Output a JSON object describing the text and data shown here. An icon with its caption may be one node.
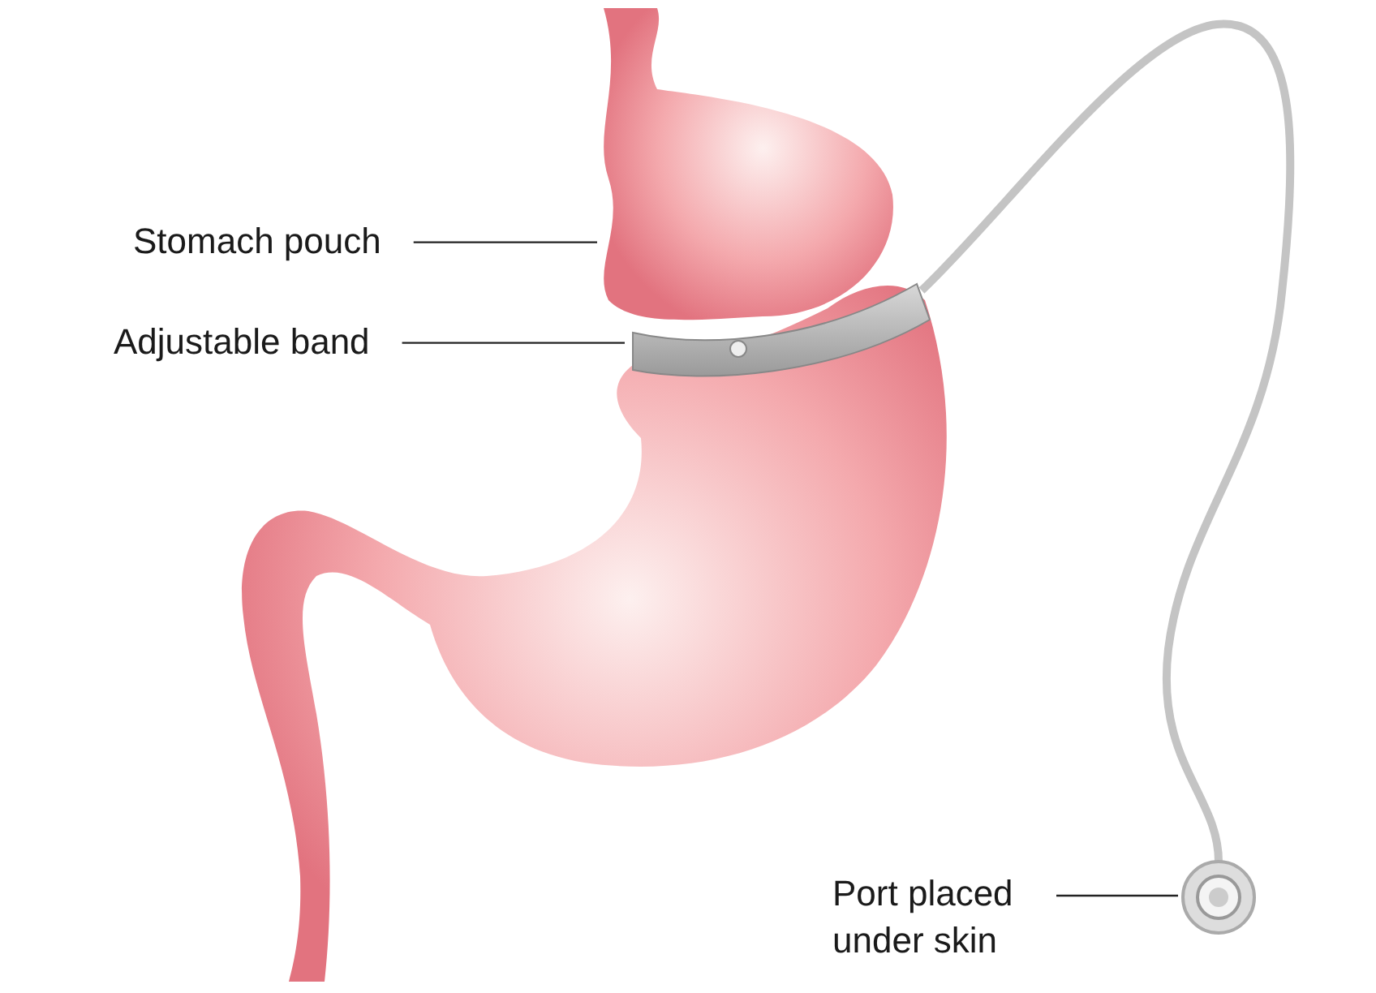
{
  "diagram": {
    "nodes": [
      {
        "text": [
          "Stomach pouch"
        ]
      },
      {
        "text": [
          "Adjustable band"
        ]
      },
      {
        "text": [
          "Port placed under skin"
        ]
      },
      {
        "text": [],
        "shape": "picture"
      },
      {
        "text": [],
        "shape": "picture"
      },
      {
        "text": [],
        "shape": "picture"
      }
    ],
    "edges": [
      {
        "from": 0,
        "to": 3,
        "arrow": "none"
      },
      {
        "from": 1,
        "to": 4,
        "arrow": "none"
      },
      {
        "from": 2,
        "to": 5,
        "arrow": "none"
      },
      {
        "from": 4,
        "to": 5,
        "arrow": "none",
        "style": "thick",
        "color": "#c4c4c4"
      }
    ]
  }
}
